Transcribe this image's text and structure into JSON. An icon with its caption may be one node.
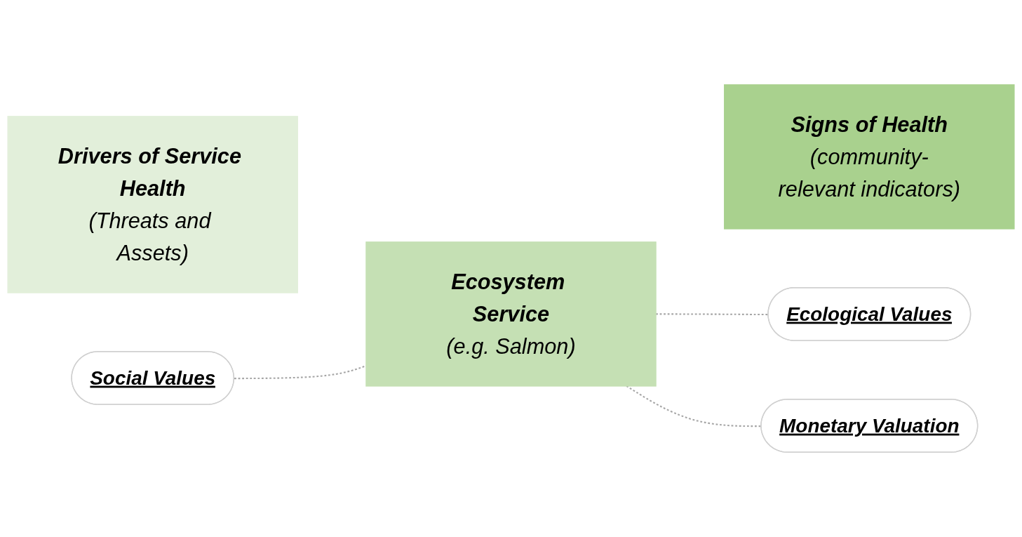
{
  "diagram": {
    "nodes": [
      {
        "text": [
          "Social Values"
        ]
      },
      {
        "text": [
          "Drivers of Service Health",
          "(Threats and Assets)"
        ]
      },
      {
        "text": [
          "Ecosystem Service",
          "(e.g. Salmon)"
        ]
      },
      {
        "text": [
          "Signs of Health",
          "(community-relevant indicators)"
        ]
      },
      {
        "text": [
          "Ecological Values"
        ]
      },
      {
        "text": [
          "Monetary Valuation"
        ]
      }
    ],
    "edges": [
      {
        "from": 0,
        "to": 2,
        "arrow": "none",
        "style": "dashed"
      },
      {
        "from": 2,
        "to": 4,
        "arrow": "none",
        "style": "dashed"
      },
      {
        "from": 2,
        "to": 5,
        "arrow": "none",
        "style": "dashed"
      }
    ]
  }
}
